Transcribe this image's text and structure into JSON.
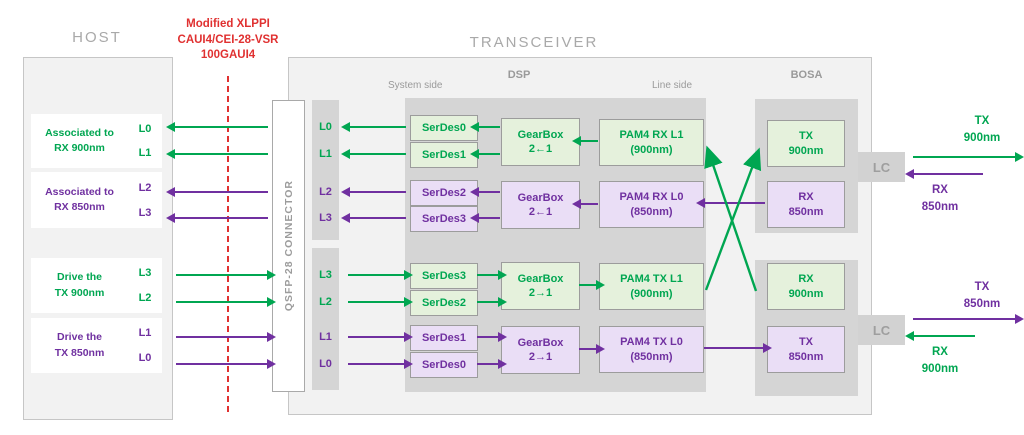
{
  "colors": {
    "green": "#00a651",
    "purple": "#7030a0",
    "red": "#e03131",
    "light_green": "#e5f1dc",
    "light_purple": "#eadef6",
    "gray_panel": "#f2f2f2",
    "gray_inner": "#d5d5d5",
    "gray_title": "#a9a9a9"
  },
  "host": {
    "title": "HOST",
    "rows": [
      {
        "label": "Associated to\nRX 900nm",
        "lanes": [
          "L0",
          "L1"
        ]
      },
      {
        "label": "Associated to\nRX 850nm",
        "lanes": [
          "L2",
          "L3"
        ]
      },
      {
        "label": "Drive the\nTX 900nm",
        "lanes": [
          "L3",
          "L2"
        ]
      },
      {
        "label": "Drive the\nTX 850nm",
        "lanes": [
          "L1",
          "L0"
        ]
      }
    ]
  },
  "interface": {
    "label": "Modified XLPPI\nCAUI4/CEI-28-VSR\n100GAUI4"
  },
  "connector": {
    "label": "QSFP-28 CONNECTOR"
  },
  "transceiver": {
    "title": "TRANSCEIVER",
    "lanes_top": [
      "L0",
      "L1",
      "L2",
      "L3"
    ],
    "lanes_bottom": [
      "L3",
      "L2",
      "L1",
      "L0"
    ],
    "dsp": {
      "title": "DSP",
      "system_side": "System side",
      "line_side": "Line side",
      "rx_green": {
        "serdes": [
          "SerDes0",
          "SerDes1"
        ],
        "gearbox": "GearBox\n2←1",
        "pam4": "PAM4 RX L1\n(900nm)"
      },
      "rx_purple": {
        "serdes": [
          "SerDes2",
          "SerDes3"
        ],
        "gearbox": "GearBox\n2←1",
        "pam4": "PAM4 RX L0\n(850nm)"
      },
      "tx_green": {
        "serdes": [
          "SerDes3",
          "SerDes2"
        ],
        "gearbox": "GearBox\n2→1",
        "pam4": "PAM4 TX L1\n(900nm)"
      },
      "tx_purple": {
        "serdes": [
          "SerDes1",
          "SerDes0"
        ],
        "gearbox": "GearBox\n2→1",
        "pam4": "PAM4 TX L0\n(850nm)"
      }
    },
    "bosa": {
      "title": "BOSA",
      "top": {
        "tx": "TX\n900nm",
        "rx": "RX\n850nm"
      },
      "bottom": {
        "rx": "RX\n900nm",
        "tx": "TX\n850nm"
      },
      "lc_top": "LC",
      "lc_bottom": "LC"
    }
  },
  "fiber": {
    "tx900": "TX\n900nm",
    "rx850": "RX\n850nm",
    "tx850": "TX\n850nm",
    "rx900": "RX\n900nm"
  }
}
